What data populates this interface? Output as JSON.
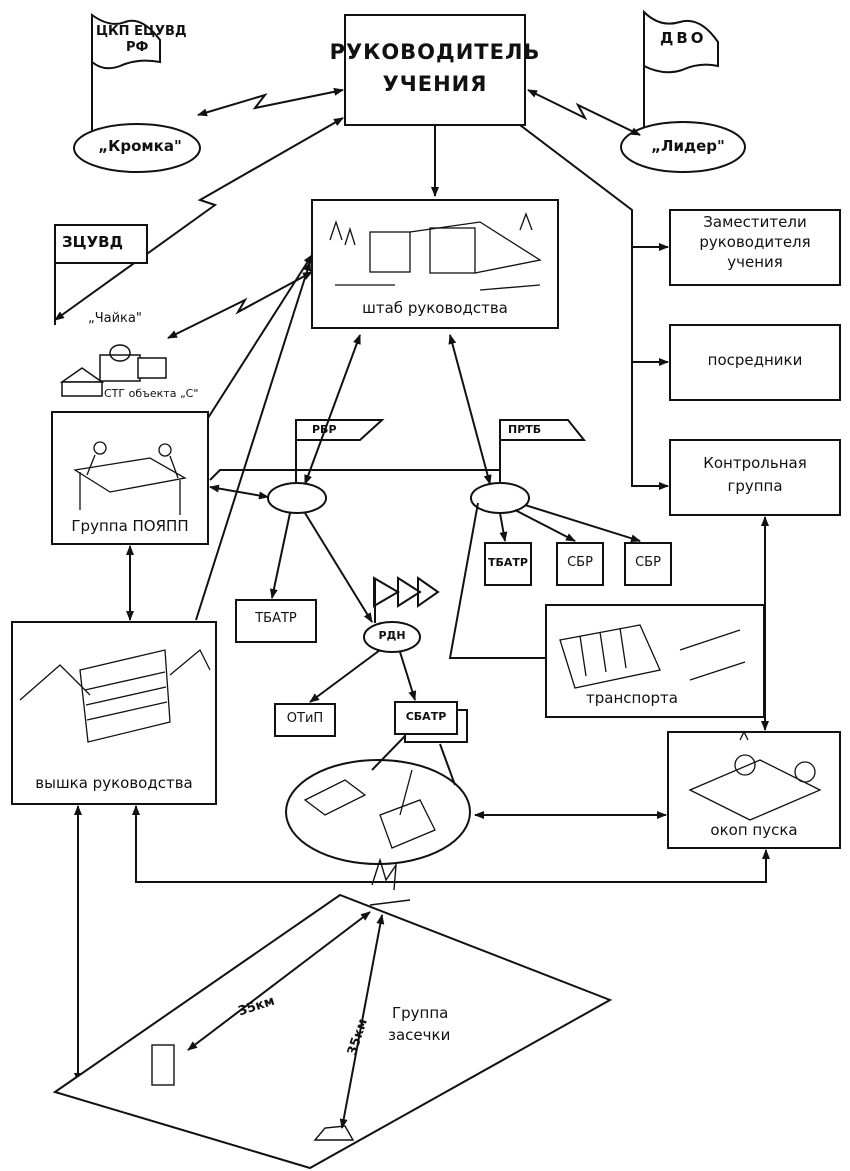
{
  "leader": {
    "line1": "РУКОВОДИТЕЛЬ",
    "line2": "УЧЕНИЯ"
  },
  "left_flag": {
    "line1": "ЦКП ЕЦУВД",
    "line2": "РФ"
  },
  "left_oval": "„Кромка\"",
  "right_flag": "ДВО",
  "right_oval": "„Лидер\"",
  "zcuvd_flag": "ЗЦУВД",
  "chaika_label": "„Чайка\"",
  "stg_label": "СТГ объекта „С\"",
  "hq_label": "штаб руководства",
  "deputies": {
    "line1": "Заместители",
    "line2": "руководителя",
    "line3": "учения"
  },
  "mediators": "посредники",
  "control_group": {
    "line1": "Контрольная",
    "line2": "группа"
  },
  "poyapp_label": "Группа ПОЯПП",
  "rbr_flag": "РБР",
  "prtb_flag": "ПРТБ",
  "tbatr_left": "ТБАТР",
  "tbatr_right": "ТБАТР",
  "sbr_1": "СБР",
  "sbr_2": "СБР",
  "rdn_label": "РДН",
  "otip_label": "ОТиП",
  "sbatr_label": "СБАТР",
  "transport_label": "транспорта",
  "tower_label": "вышка руководства",
  "launch_trench_label": "окоп пуска",
  "dist_1": "35км",
  "dist_2": "35км",
  "detect_group": {
    "line1": "Группа",
    "line2": "засечки"
  }
}
